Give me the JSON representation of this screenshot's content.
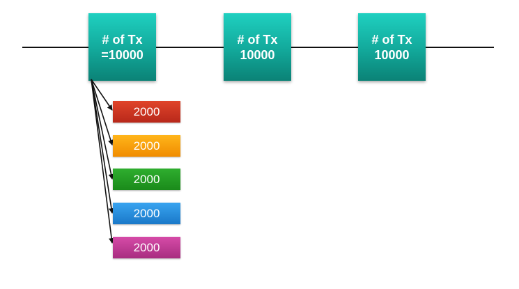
{
  "timeline": {
    "blocks": [
      {
        "line1": "# of Tx",
        "line2": "=10000"
      },
      {
        "line1": "# of Tx",
        "line2": "10000"
      },
      {
        "line1": "# of Tx",
        "line2": "10000"
      }
    ],
    "shards": [
      {
        "label": "2000",
        "color": "#e0442a",
        "color_dark": "#b8281a"
      },
      {
        "label": "2000",
        "color": "#ffb51a",
        "color_dark": "#f08c00"
      },
      {
        "label": "2000",
        "color": "#2fae2f",
        "color_dark": "#1a8a1a"
      },
      {
        "label": "2000",
        "color": "#39a4f0",
        "color_dark": "#1a78c8"
      },
      {
        "label": "2000",
        "color": "#d64ba8",
        "color_dark": "#a82d80"
      }
    ]
  }
}
